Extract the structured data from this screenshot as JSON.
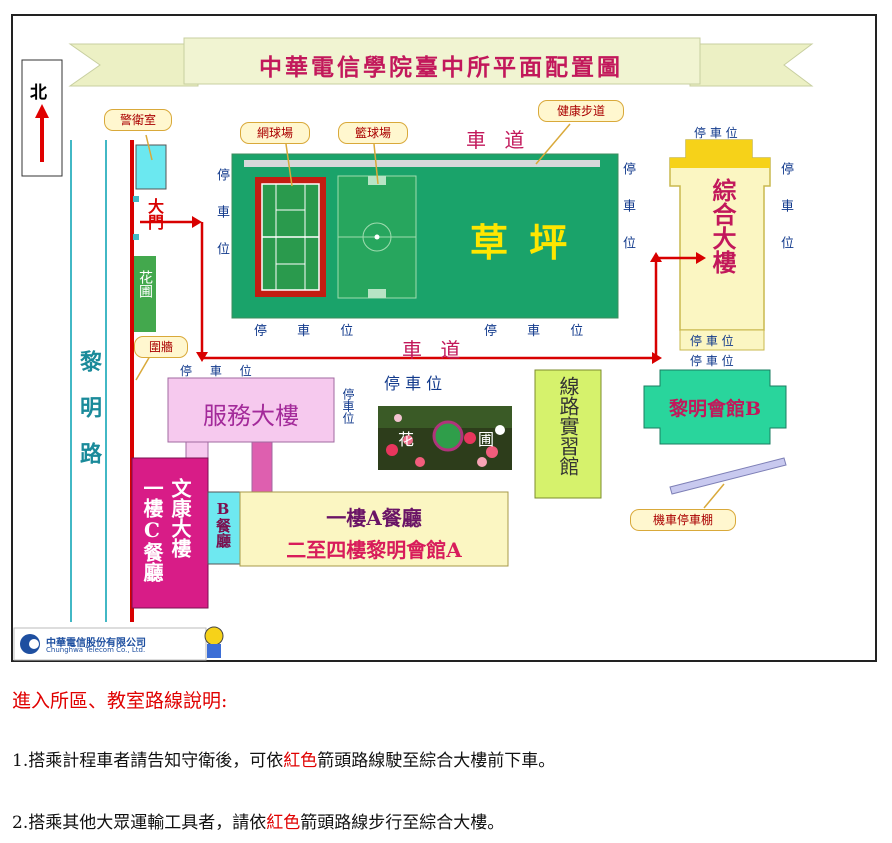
{
  "map": {
    "title": "中華電信學院臺中所平面配置圖",
    "north": "北",
    "labels": {
      "guard_room": "警衛室",
      "tennis_court": "網球場",
      "basketball_court": "籃球場",
      "walkway": "健康步道",
      "road_top": "車 道",
      "road_middle": "車 道",
      "lawn": "草 坪",
      "gate": "大門",
      "flower_bed_left": "花圃",
      "wall": "圍牆",
      "parking_vertical": "停車位",
      "parking_horizontal": "停 車 位",
      "parking_small": "停 車 位",
      "parking_center": "停  車  位",
      "complex_building": "綜合大樓",
      "service_building": "服務大樓",
      "flower_bed_center_left": "花",
      "flower_bed_center_right": "圃",
      "line_practice_hall": "線路實習館",
      "liming_hall_b": "黎明會館B",
      "motorcycle_shed": "機車停車棚",
      "liming_road": "黎明路",
      "culture_building": "文康大樓",
      "cafeteria_c": "一樓C餐廳",
      "cafeteria_b": "B餐廳",
      "cafeteria_a": "一樓A餐廳",
      "liming_hall_a": "二至四樓黎明會館A"
    },
    "logo": {
      "name": "中華電信股份有限公司",
      "english": "Chunghwa Telecom Co., Ltd."
    }
  },
  "instructions": {
    "heading": "進入所區、教室路線說明:",
    "line1_pre": "1.搭乘計程車者請告知守衛後，可依",
    "line1_red": "紅色",
    "line1_post": "箭頭路線駛至綜合大樓前下車。",
    "line2_pre": "2.搭乘其他大眾運輸工具者，請依",
    "line2_red": "紅色",
    "line2_post": "箭頭路線步行至綜合大樓。"
  },
  "colors": {
    "route_red": "#e00000",
    "lawn_green": "#1aa36a",
    "building_pink": "#f6c9ee",
    "complex_yellow": "#fbf6c2"
  }
}
